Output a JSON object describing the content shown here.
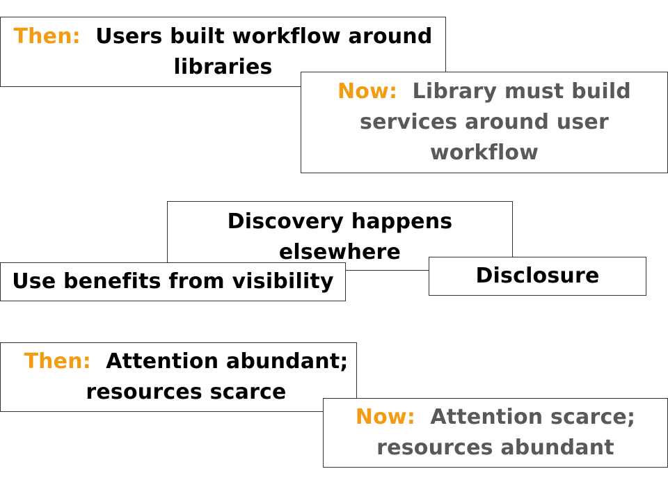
{
  "colors": {
    "accent": "#f39c12",
    "dark_text": "#000000",
    "grey_text": "#595959",
    "border": "#333333"
  },
  "boxes": {
    "then_workflow": {
      "label": "Then:",
      "text": "Users built workflow around libraries"
    },
    "now_workflow": {
      "label": "Now:",
      "text": "Library must build services around user workflow"
    },
    "discovery": {
      "text": "Discovery happens elsewhere"
    },
    "use_benefits": {
      "text": "Use benefits from visibility"
    },
    "disclosure": {
      "text": "Disclosure"
    },
    "then_attention": {
      "label": "Then:",
      "text": "Attention abundant; resources scarce"
    },
    "now_attention": {
      "label": "Now:",
      "text": "Attention scarce; resources abundant"
    }
  }
}
